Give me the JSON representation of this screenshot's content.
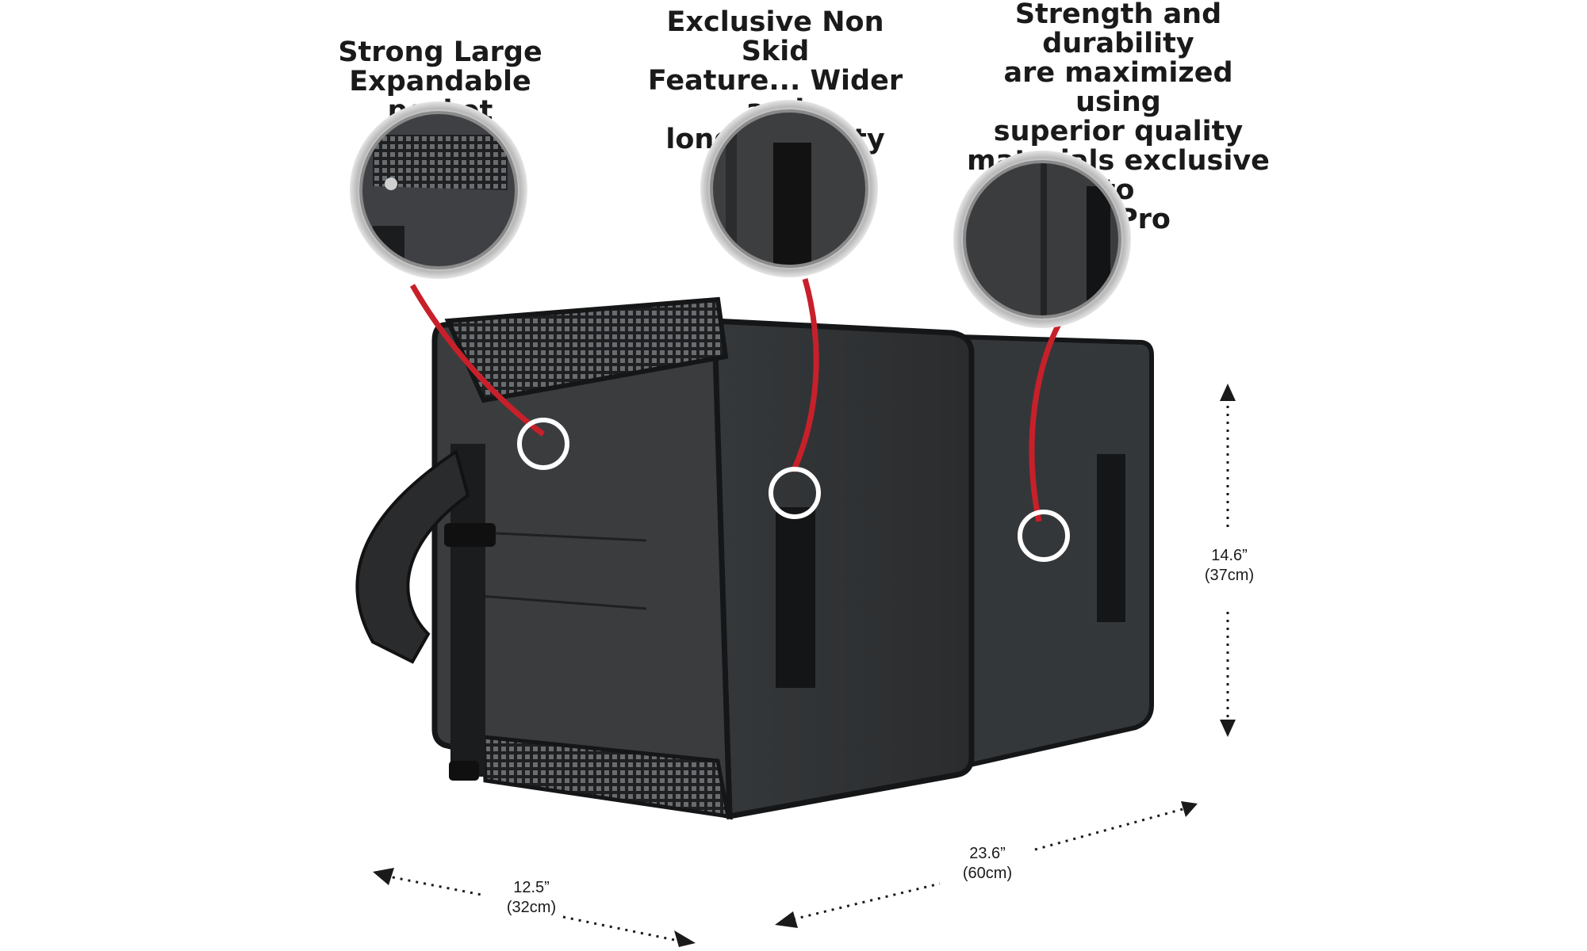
{
  "callouts": {
    "pocket": "Strong Large\nExpandable pocket",
    "non_skid": "Exclusive Non Skid\nFeature... Wider and\nlonger quality",
    "strength": "Strength and durability\nare maximized using\nsuperior quality\nmaterials exclusive to\nTC-Pro"
  },
  "dimensions": {
    "depth_in": "12.5”",
    "depth_cm": "(32cm)",
    "width_in": "23.6”",
    "width_cm": "(60cm)",
    "height_in": "14.6”",
    "height_cm": "(37cm)"
  },
  "colors": {
    "bag_dark": "#2f3133",
    "bag_side": "#3a3c3e",
    "accent_red": "#c8202a",
    "zoom_ring": "#d9d9d9"
  }
}
